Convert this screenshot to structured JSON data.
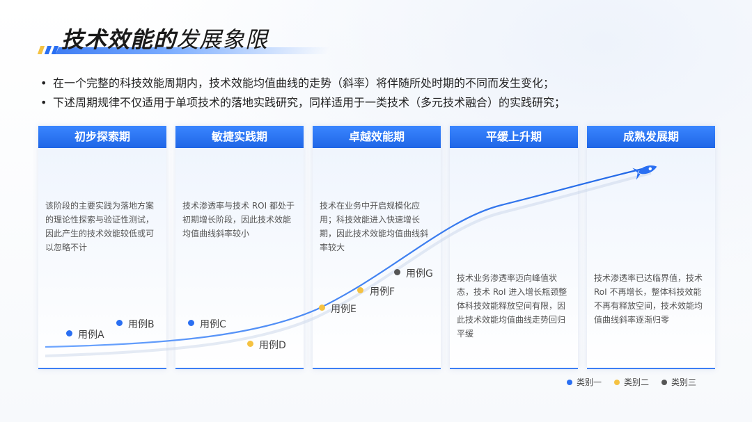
{
  "title": {
    "bold": "技术效能的",
    "light": "发展象限"
  },
  "bullets": [
    "在一个完整的科技效能周期内，技术效能均值曲线的走势（斜率）将伴随所处时期的不同而发生变化；",
    "下述周期规律不仅适用于单项技术的落地实践研究，同样适用于一类技术（多元技术融合）的实践研究；"
  ],
  "phases": [
    {
      "name": "初步探索期",
      "desc": "该阶段的主要实践为落地方案的理论性探索与验证性测试，因此产生的技术效能较低或可以忽略不计"
    },
    {
      "name": "敏捷实践期",
      "desc": "技术渗透率与技术 ROI 都处于初期增长阶段，因此技术效能均值曲线斜率较小"
    },
    {
      "name": "卓越效能期",
      "desc": "技术在业务中开启规模化应用；科技效能进入快速增长期，因此技术效能均值曲线斜率较大"
    },
    {
      "name": "平缓上升期",
      "desc": "技术业务渗透率迈向峰值状态，技术 RoI 进入增长瓶颈整体科技效能释放空间有限，因此技术效能均值曲线走势回归平缓"
    },
    {
      "name": "成熟发展期",
      "desc": "技术渗透率已达临界值，技术 RoI 不再增长，整体科技效能不再有释放空间，技术效能均值曲线斜率逐渐归零"
    }
  ],
  "cases": [
    {
      "label": "用例A",
      "category": 1
    },
    {
      "label": "用例B",
      "category": 1
    },
    {
      "label": "用例C",
      "category": 1
    },
    {
      "label": "用例D",
      "category": 2
    },
    {
      "label": "用例E",
      "category": 2
    },
    {
      "label": "用例F",
      "category": 2
    },
    {
      "label": "用例G",
      "category": 3
    }
  ],
  "legend": [
    {
      "label": "类别一",
      "color": "#2a6ff2"
    },
    {
      "label": "类别二",
      "color": "#f5c242"
    },
    {
      "label": "类别三",
      "color": "#555555"
    }
  ],
  "colors": {
    "accent": "#2a6ff2",
    "yellow": "#f5c242",
    "gray": "#555555"
  }
}
